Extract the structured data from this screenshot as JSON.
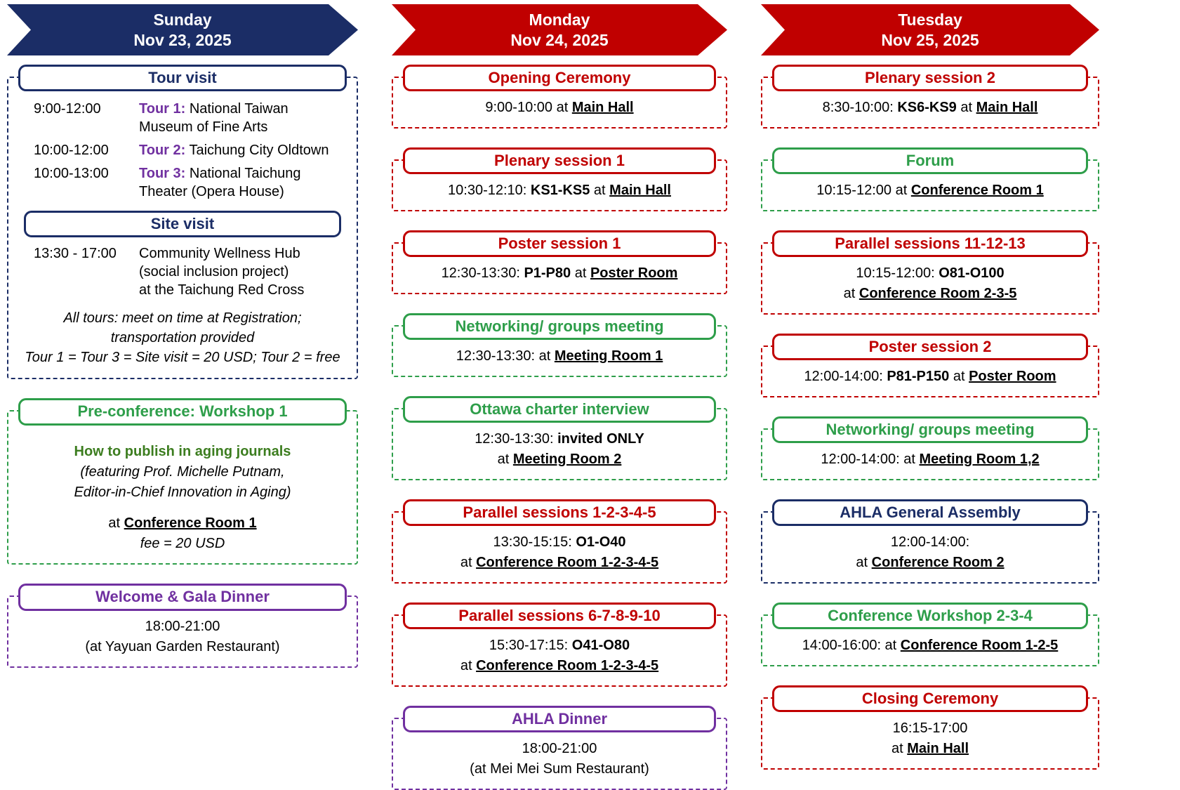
{
  "theme_colors": {
    "navy": "#1b2d66",
    "red": "#c00000",
    "green": "#2e9e4a",
    "green_dark": "#3c7d1f",
    "purple": "#7030a0",
    "black": "#000000"
  },
  "columns": [
    {
      "name": "sunday",
      "banner": {
        "day": "Sunday",
        "date": "Nov 23, 2025",
        "color": "navy"
      },
      "events": [
        {
          "name": "tour-site-visit",
          "theme": "navy",
          "type": "schedule",
          "blocks": [
            {
              "kind": "pill",
              "text": "Tour visit",
              "color": "navy"
            },
            {
              "kind": "row",
              "time": "9:00-12:00",
              "segments": [
                {
                  "text": "Tour 1:",
                  "bold": true,
                  "color": "purple"
                },
                {
                  "text": " National Taiwan\nMuseum of Fine Arts"
                }
              ]
            },
            {
              "kind": "row",
              "time": "10:00-12:00",
              "segments": [
                {
                  "text": "Tour 2:",
                  "bold": true,
                  "color": "purple"
                },
                {
                  "text": " Taichung City Oldtown"
                }
              ]
            },
            {
              "kind": "row",
              "time": "10:00-13:00",
              "segments": [
                {
                  "text": "Tour 3:",
                  "bold": true,
                  "color": "purple"
                },
                {
                  "text": " National Taichung\nTheater (Opera House)"
                }
              ]
            },
            {
              "kind": "pill",
              "text": "Site visit",
              "color": "navy"
            },
            {
              "kind": "row",
              "time": "13:30 - 17:00",
              "segments": [
                {
                  "text": "Community Wellness Hub\n(social inclusion project)\nat the Taichung Red Cross"
                }
              ]
            },
            {
              "kind": "note",
              "lines": [
                {
                  "segments": [
                    {
                      "text": "All tours: meet on time at Registration;",
                      "italic": true
                    }
                  ]
                },
                {
                  "segments": [
                    {
                      "text": "transportation provided",
                      "italic": true
                    }
                  ]
                },
                {
                  "segments": [
                    {
                      "text": "Tour 1 = Tour 3 = Site visit = 20 USD; Tour 2 = free",
                      "italic": true
                    }
                  ]
                }
              ]
            }
          ]
        },
        {
          "name": "pre-conference-workshop-1",
          "theme": "green",
          "type": "simple",
          "title": "Pre-conference: Workshop 1",
          "lines": [
            {
              "space_before": true,
              "segments": [
                {
                  "text": "How to publish in aging journals",
                  "bold": true,
                  "color": "green_dark"
                }
              ]
            },
            {
              "segments": [
                {
                  "text": "(featuring Prof. Michelle Putnam,",
                  "italic": true
                }
              ]
            },
            {
              "segments": [
                {
                  "text": "Editor-in-Chief Innovation in Aging)",
                  "italic": true
                }
              ]
            },
            {
              "space_before": true,
              "segments": [
                {
                  "text": "at "
                },
                {
                  "text": "Conference Room 1",
                  "bold": true,
                  "underline": true
                }
              ]
            },
            {
              "segments": [
                {
                  "text": "fee = 20 USD",
                  "italic": true
                }
              ]
            }
          ]
        },
        {
          "name": "welcome-gala-dinner",
          "theme": "purple",
          "type": "simple",
          "title": "Welcome & Gala Dinner",
          "lines": [
            {
              "segments": [
                {
                  "text": "18:00-21:00"
                }
              ]
            },
            {
              "segments": [
                {
                  "text": "(at Yayuan Garden Restaurant)"
                }
              ]
            }
          ]
        }
      ]
    },
    {
      "name": "monday",
      "banner": {
        "day": "Monday",
        "date": "Nov 24, 2025",
        "color": "red"
      },
      "events": [
        {
          "name": "opening-ceremony",
          "theme": "red",
          "type": "simple",
          "title": "Opening Ceremony",
          "lines": [
            {
              "segments": [
                {
                  "text": "9:00-10:00 at "
                },
                {
                  "text": "Main Hall",
                  "bold": true,
                  "underline": true
                }
              ]
            }
          ]
        },
        {
          "name": "plenary-session-1",
          "theme": "red",
          "type": "simple",
          "title": "Plenary session 1",
          "lines": [
            {
              "segments": [
                {
                  "text": "10:30-12:10: "
                },
                {
                  "text": "KS1-KS5",
                  "bold": true
                },
                {
                  "text": " at "
                },
                {
                  "text": "Main Hall",
                  "bold": true,
                  "underline": true
                }
              ]
            }
          ]
        },
        {
          "name": "poster-session-1",
          "theme": "red",
          "type": "simple",
          "title": "Poster session 1",
          "lines": [
            {
              "segments": [
                {
                  "text": "12:30-13:30: "
                },
                {
                  "text": "P1-P80",
                  "bold": true
                },
                {
                  "text": " at "
                },
                {
                  "text": "Poster Room",
                  "bold": true,
                  "underline": true
                }
              ]
            }
          ]
        },
        {
          "name": "networking-groups-meeting-monday",
          "theme": "green",
          "type": "simple",
          "title": "Networking/ groups meeting",
          "lines": [
            {
              "segments": [
                {
                  "text": "12:30-13:30: at "
                },
                {
                  "text": "Meeting Room 1",
                  "bold": true,
                  "underline": true
                }
              ]
            }
          ]
        },
        {
          "name": "ottawa-charter-interview",
          "theme": "green",
          "type": "simple",
          "title": "Ottawa charter interview",
          "lines": [
            {
              "segments": [
                {
                  "text": "12:30-13:30: "
                },
                {
                  "text": "invited ONLY",
                  "bold": true
                }
              ]
            },
            {
              "segments": [
                {
                  "text": "at "
                },
                {
                  "text": "Meeting Room 2",
                  "bold": true,
                  "underline": true
                }
              ]
            }
          ]
        },
        {
          "name": "parallel-sessions-1-2-3-4-5",
          "theme": "red",
          "type": "simple",
          "title": "Parallel sessions 1-2-3-4-5",
          "lines": [
            {
              "segments": [
                {
                  "text": "13:30-15:15: "
                },
                {
                  "text": "O1-O40",
                  "bold": true
                }
              ]
            },
            {
              "segments": [
                {
                  "text": "at "
                },
                {
                  "text": "Conference Room 1-2-3-4-5",
                  "bold": true,
                  "underline": true
                }
              ]
            }
          ]
        },
        {
          "name": "parallel-sessions-6-7-8-9-10",
          "theme": "red",
          "type": "simple",
          "title": "Parallel sessions 6-7-8-9-10",
          "lines": [
            {
              "segments": [
                {
                  "text": "15:30-17:15: "
                },
                {
                  "text": "O41-O80",
                  "bold": true
                }
              ]
            },
            {
              "segments": [
                {
                  "text": "at "
                },
                {
                  "text": "Conference Room 1-2-3-4-5",
                  "bold": true,
                  "underline": true
                }
              ]
            }
          ]
        },
        {
          "name": "ahla-dinner",
          "theme": "purple",
          "type": "simple",
          "title": "AHLA Dinner",
          "lines": [
            {
              "segments": [
                {
                  "text": "18:00-21:00"
                }
              ]
            },
            {
              "segments": [
                {
                  "text": "(at Mei Mei Sum Restaurant)"
                }
              ]
            }
          ]
        }
      ]
    },
    {
      "name": "tuesday",
      "banner": {
        "day": "Tuesday",
        "date": "Nov 25, 2025",
        "color": "red"
      },
      "events": [
        {
          "name": "plenary-session-2",
          "theme": "red",
          "type": "simple",
          "title": "Plenary session 2",
          "lines": [
            {
              "segments": [
                {
                  "text": "8:30-10:00: "
                },
                {
                  "text": "KS6-KS9",
                  "bold": true
                },
                {
                  "text": " at "
                },
                {
                  "text": "Main Hall",
                  "bold": true,
                  "underline": true
                }
              ]
            }
          ]
        },
        {
          "name": "forum",
          "theme": "green",
          "type": "simple",
          "title": "Forum",
          "lines": [
            {
              "segments": [
                {
                  "text": "10:15-12:00 at "
                },
                {
                  "text": "Conference Room 1",
                  "bold": true,
                  "underline": true
                }
              ]
            }
          ]
        },
        {
          "name": "parallel-sessions-11-12-13",
          "theme": "red",
          "type": "simple",
          "title": "Parallel sessions 11-12-13",
          "lines": [
            {
              "segments": [
                {
                  "text": "10:15-12:00: "
                },
                {
                  "text": "O81-O100",
                  "bold": true
                }
              ]
            },
            {
              "segments": [
                {
                  "text": "at "
                },
                {
                  "text": "Conference Room 2-3-5",
                  "bold": true,
                  "underline": true
                }
              ]
            }
          ]
        },
        {
          "name": "poster-session-2",
          "theme": "red",
          "type": "simple",
          "title": "Poster session 2",
          "lines": [
            {
              "segments": [
                {
                  "text": "12:00-14:00: "
                },
                {
                  "text": "P81-P150",
                  "bold": true
                },
                {
                  "text": " at "
                },
                {
                  "text": "Poster Room",
                  "bold": true,
                  "underline": true
                }
              ]
            }
          ]
        },
        {
          "name": "networking-groups-meeting-tuesday",
          "theme": "green",
          "type": "simple",
          "title": "Networking/ groups meeting",
          "lines": [
            {
              "segments": [
                {
                  "text": "12:00-14:00: at "
                },
                {
                  "text": "Meeting Room 1,2",
                  "bold": true,
                  "underline": true
                }
              ]
            }
          ]
        },
        {
          "name": "ahla-general-assembly",
          "theme": "navy",
          "type": "simple",
          "title": "AHLA General Assembly",
          "lines": [
            {
              "segments": [
                {
                  "text": "12:00-14:00:"
                }
              ]
            },
            {
              "segments": [
                {
                  "text": "at "
                },
                {
                  "text": "Conference Room 2",
                  "bold": true,
                  "underline": true
                }
              ]
            }
          ]
        },
        {
          "name": "conference-workshop-2-3-4",
          "theme": "green",
          "type": "simple",
          "title": "Conference Workshop 2-3-4",
          "lines": [
            {
              "segments": [
                {
                  "text": "14:00-16:00: at "
                },
                {
                  "text": "Conference Room 1-2-5",
                  "bold": true,
                  "underline": true
                }
              ]
            }
          ]
        },
        {
          "name": "closing-ceremony",
          "theme": "red",
          "type": "simple",
          "title": "Closing Ceremony",
          "lines": [
            {
              "segments": [
                {
                  "text": "16:15-17:00"
                }
              ]
            },
            {
              "segments": [
                {
                  "text": "at "
                },
                {
                  "text": "Main Hall",
                  "bold": true,
                  "underline": true
                }
              ]
            }
          ]
        }
      ]
    }
  ]
}
